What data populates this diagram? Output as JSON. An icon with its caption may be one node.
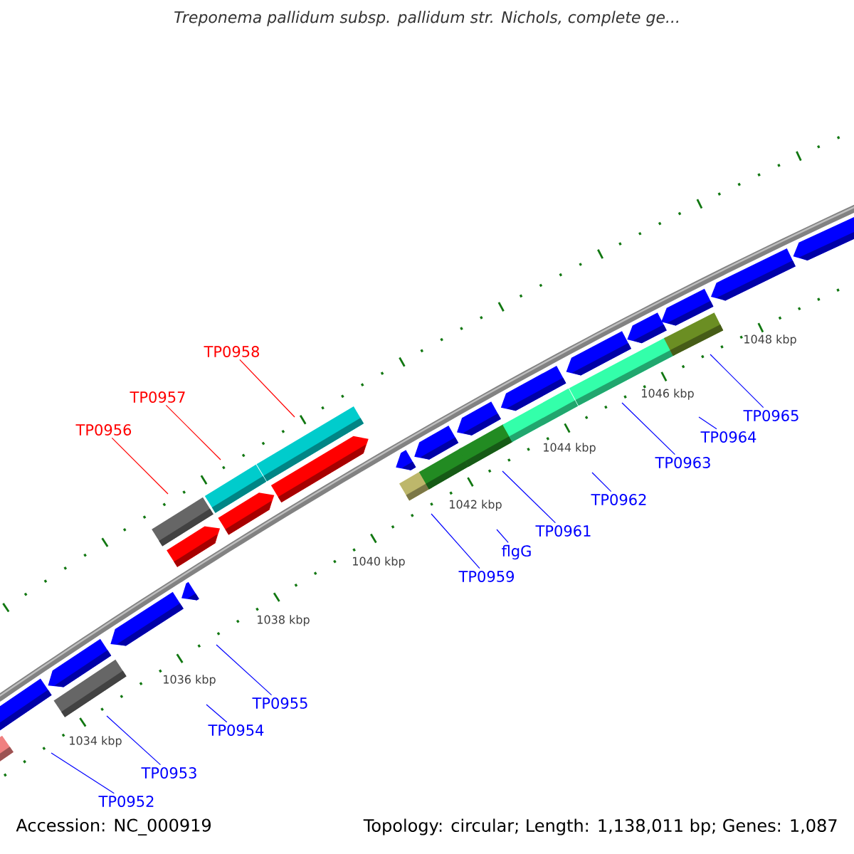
{
  "diagram": {
    "title": "Treponema pallidum subsp. pallidum str. Nichols, complete ge...",
    "nodes": [
      {
        "text": [
          "TP0958"
        ]
      },
      {
        "text": [
          "TP0957"
        ]
      },
      {
        "text": [
          "TP0965"
        ]
      },
      {
        "text": [
          "TP0956"
        ]
      },
      {
        "text": [
          "TP0964"
        ]
      },
      {
        "text": [
          "TP0963"
        ]
      },
      {
        "text": [
          "TP0962"
        ]
      },
      {
        "text": [
          "TP0961"
        ]
      },
      {
        "text": [
          "flgG"
        ]
      },
      {
        "text": [
          "TP0959"
        ]
      },
      {
        "text": [
          "TP0955"
        ]
      },
      {
        "text": [
          "TP0954"
        ]
      },
      {
        "text": [
          "TP0953"
        ]
      },
      {
        "text": [
          "TP0952"
        ]
      }
    ],
    "edges": [
      {
        "from": 0,
        "to": null,
        "arrow": "none",
        "color": "#ff0000"
      },
      {
        "from": 1,
        "to": null,
        "arrow": "none",
        "color": "#ff0000"
      },
      {
        "from": 2,
        "to": null,
        "arrow": "none"
      },
      {
        "from": 3,
        "to": null,
        "arrow": "none",
        "color": "#ff0000"
      },
      {
        "from": 4,
        "to": null,
        "arrow": "none"
      },
      {
        "from": 5,
        "to": null,
        "arrow": "none"
      },
      {
        "from": 6,
        "to": null,
        "arrow": "none"
      },
      {
        "from": 7,
        "to": null,
        "arrow": "none"
      },
      {
        "from": 8,
        "to": null,
        "arrow": "none"
      },
      {
        "from": 9,
        "to": null,
        "arrow": "none"
      },
      {
        "from": 10,
        "to": null,
        "arrow": "none"
      },
      {
        "from": 11,
        "to": null,
        "arrow": "none"
      },
      {
        "from": 12,
        "to": null,
        "arrow": "none"
      },
      {
        "from": 13,
        "to": null,
        "arrow": "none"
      }
    ],
    "labels": [
      "1048 kbp",
      "1046 kbp",
      "1044 kbp",
      "1042 kbp",
      "1040 kbp",
      "1038 kbp",
      "1036 kbp",
      "1034 kbp",
      "Accession: NC_000919",
      "Topology: circular; Length: 1,138,011 bp; Genes: 1,087"
    ]
  }
}
